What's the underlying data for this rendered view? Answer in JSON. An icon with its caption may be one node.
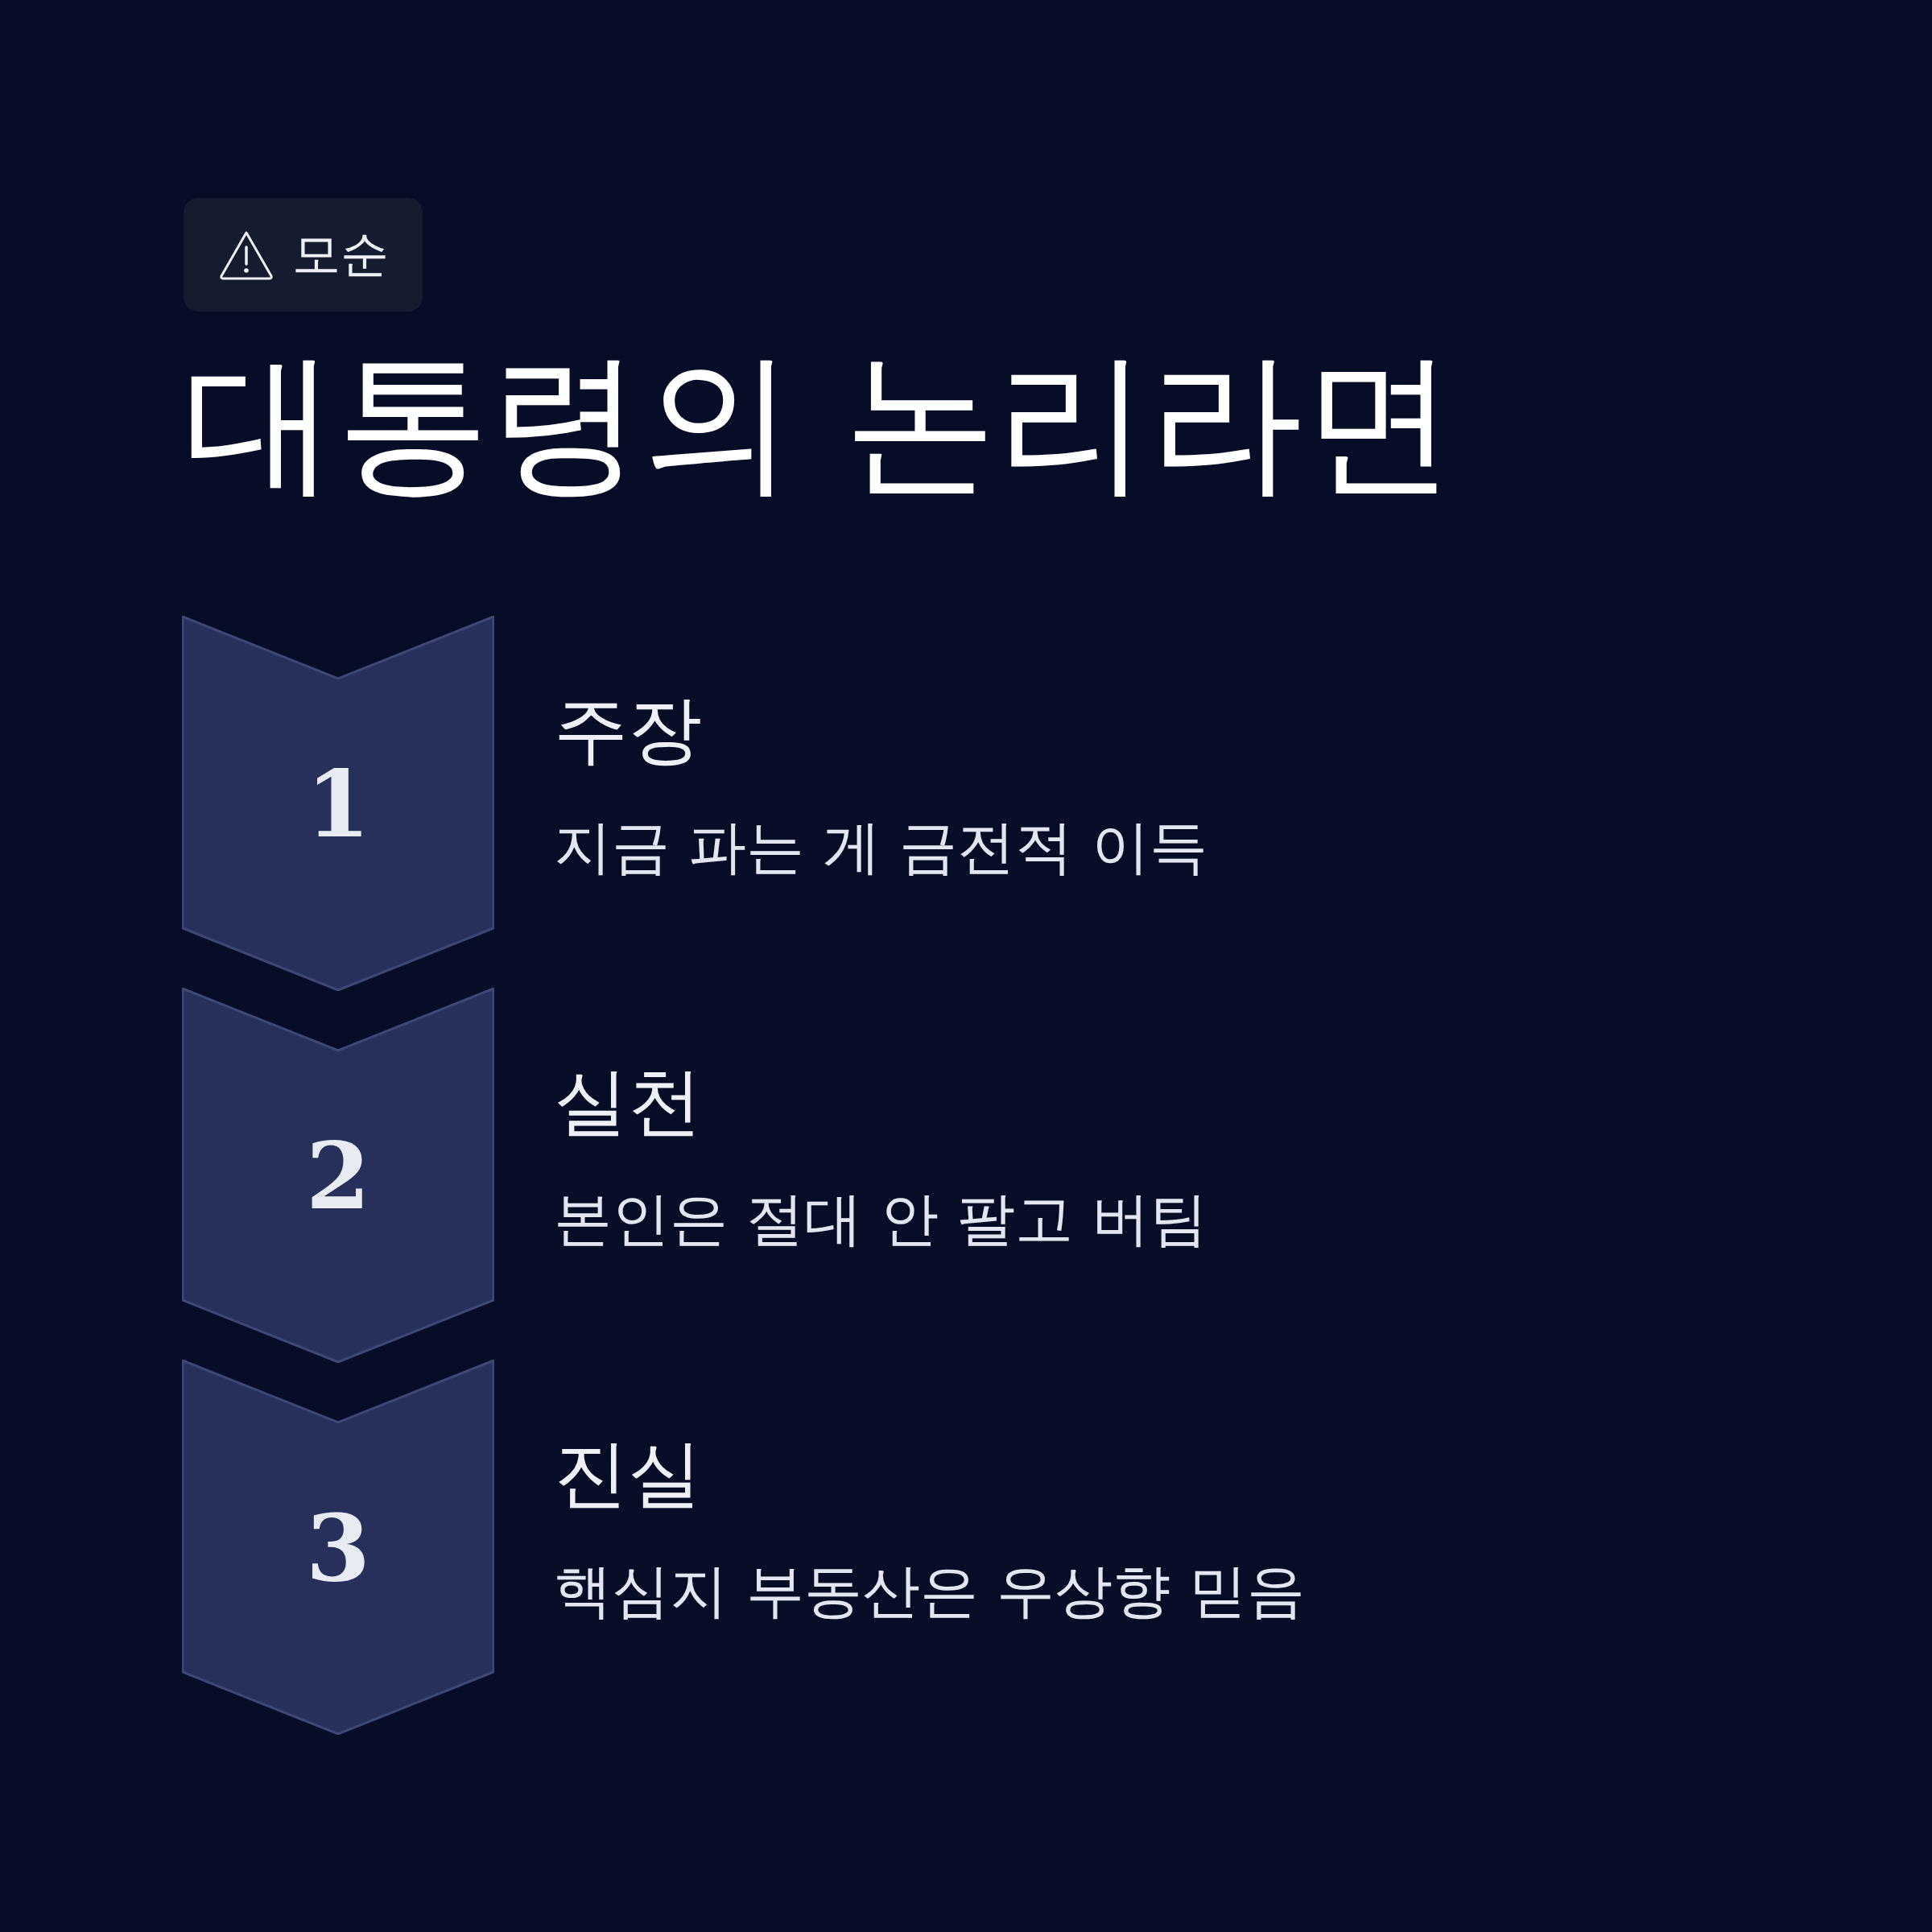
{
  "diagram": {
    "title": "대통령의 논리라면",
    "nodes": [
      {
        "text": [
          "1"
        ],
        "beside": [
          "주장",
          "지금 파는 게 금전적 이득"
        ]
      },
      {
        "text": [
          "2"
        ],
        "beside": [
          "실천",
          "본인은 절대 안 팔고 버팀"
        ]
      },
      {
        "text": [
          "3"
        ],
        "beside": [
          "진실",
          "핵심지 부동산은 우상향 믿음"
        ]
      }
    ],
    "labels": [
      "모순"
    ]
  }
}
